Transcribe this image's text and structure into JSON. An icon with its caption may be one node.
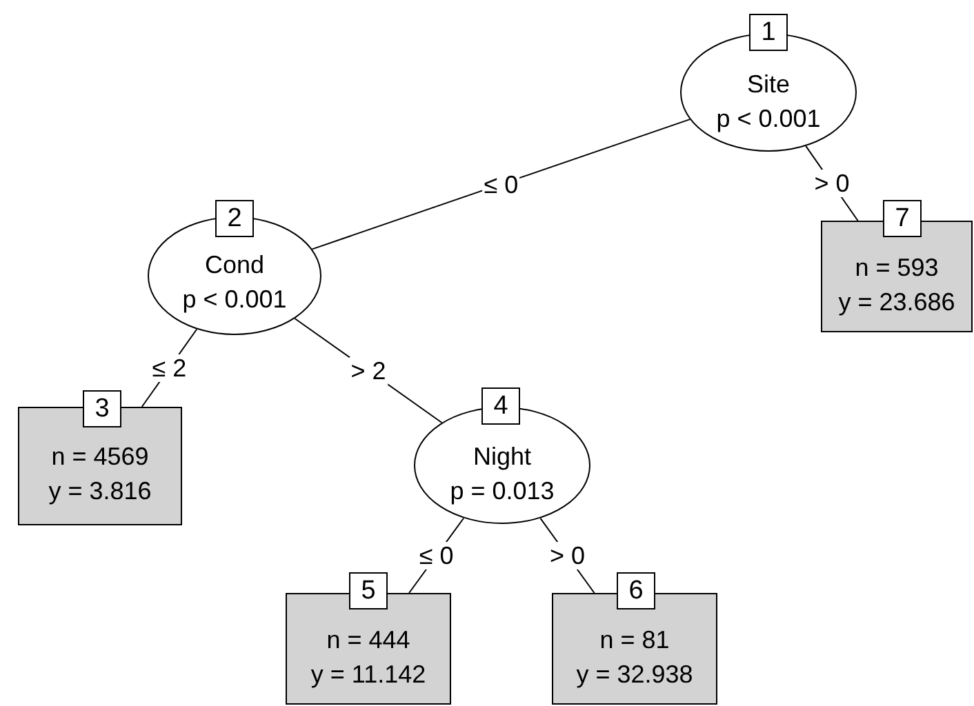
{
  "diagram": {
    "nodes": [
      {
        "text": [
          "1",
          "Site",
          "p < 0.001"
        ]
      },
      {
        "text": [
          "2",
          "Cond",
          "p < 0.001"
        ]
      },
      {
        "text": [
          "3",
          "n = 4569",
          "y = 3.816"
        ]
      },
      {
        "text": [
          "4",
          "Night",
          "p = 0.013"
        ]
      },
      {
        "text": [
          "5",
          "n = 444",
          "y = 11.142"
        ]
      },
      {
        "text": [
          "6",
          "n = 81",
          "y = 32.938"
        ]
      },
      {
        "text": [
          "7",
          "n = 593",
          "y = 23.686"
        ]
      }
    ],
    "edges": [
      {
        "from": 0,
        "to": 1,
        "arrow": "none",
        "label": "≤ 0"
      },
      {
        "from": 0,
        "to": 6,
        "arrow": "none",
        "label": "> 0"
      },
      {
        "from": 1,
        "to": 2,
        "arrow": "none",
        "label": "≤ 2"
      },
      {
        "from": 1,
        "to": 3,
        "arrow": "none",
        "label": "> 2"
      },
      {
        "from": 3,
        "to": 4,
        "arrow": "none",
        "label": "≤ 0"
      },
      {
        "from": 3,
        "to": 5,
        "arrow": "none",
        "label": "> 0"
      }
    ]
  }
}
